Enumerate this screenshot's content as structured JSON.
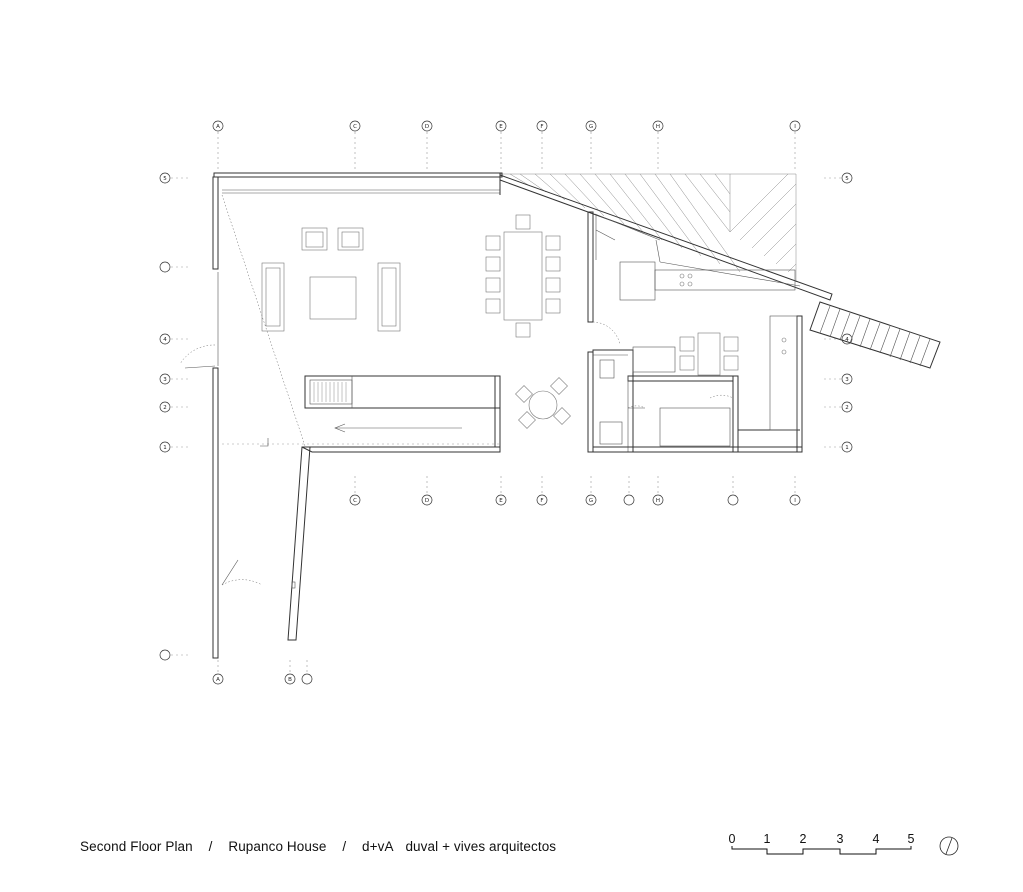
{
  "caption": {
    "plan_title": "Second Floor Plan",
    "separator": "/",
    "project": "Rupanco House",
    "office_short": "d+vA",
    "office_full": "duval + vives arquitectos"
  },
  "scale_bar": {
    "labels": [
      "0",
      "1",
      "2",
      "3",
      "4",
      "5"
    ]
  },
  "grid": {
    "top_labels": [
      "A",
      "C",
      "D",
      "E",
      "F",
      "G",
      "H",
      "I"
    ],
    "mid_labels": [
      "C",
      "D",
      "E",
      "F",
      "G",
      "",
      "H",
      "",
      "I"
    ],
    "bottom_labels": [
      "A",
      "B",
      ""
    ],
    "left_labels": [
      "5",
      "",
      "4",
      "3",
      "2",
      "1",
      ""
    ],
    "right_labels": [
      "5",
      "4",
      "3",
      "2",
      "1"
    ]
  },
  "icons": {
    "north_arrow": "north-arrow-icon"
  }
}
